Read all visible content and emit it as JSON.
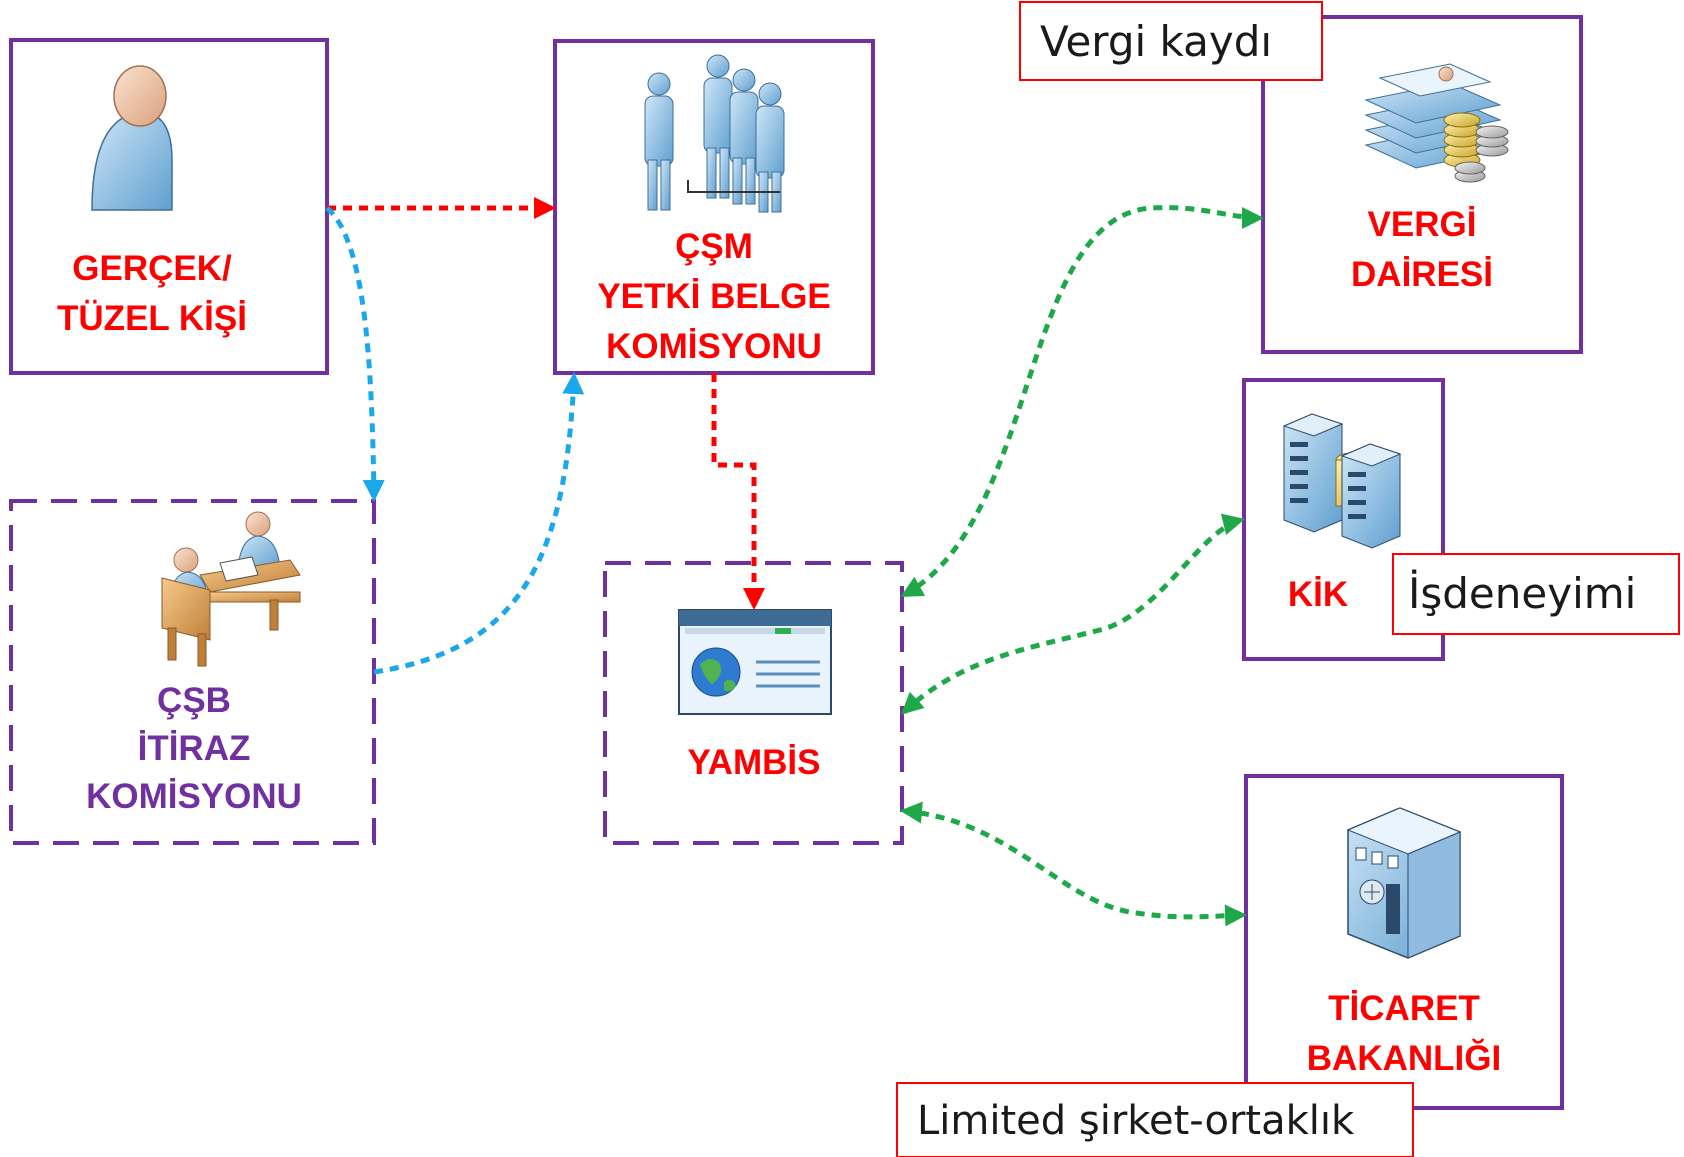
{
  "nodes": {
    "gercek": {
      "lines": [
        "GERÇEK/",
        "TÜZEL KİŞİ"
      ],
      "color": "#ff0000"
    },
    "csm": {
      "lines": [
        "ÇŞM",
        "YETKİ BELGE",
        "KOMİSYONU"
      ],
      "color": "#ff0000"
    },
    "csb": {
      "lines": [
        "ÇŞB",
        "İTİRAZ",
        "KOMİSYONU"
      ],
      "color": "#7030a0"
    },
    "yambis": {
      "lines": [
        "YAMBİS"
      ],
      "color": "#ff0000"
    },
    "vergi": {
      "lines": [
        "VERGİ",
        "DAİRESİ"
      ],
      "color": "#ff0000"
    },
    "kik": {
      "lines": [
        "KİK"
      ],
      "color": "#ff0000"
    },
    "ticaret": {
      "lines": [
        "TİCARET",
        "BAKANLIĞI"
      ],
      "color": "#ff0000"
    }
  },
  "notes": {
    "vergi_kaydi": "Vergi kaydı",
    "is_deneyimi": "İşdeneyimi",
    "limited": "Limited şirket-ortaklık"
  },
  "icons": {
    "gercek": "person-icon",
    "csm": "people-group-icon",
    "csb": "meeting-desk-icon",
    "yambis": "web-browser-globe-icon",
    "vergi": "tax-documents-coins-icon",
    "kik": "server-database-icon",
    "ticaret": "bank-building-icon"
  },
  "colors": {
    "box_border": "#7030a0",
    "arrow_red": "#ff0000",
    "arrow_blue": "#1aa7ec",
    "arrow_green": "#1fa84a",
    "note_border": "#ff0000"
  }
}
